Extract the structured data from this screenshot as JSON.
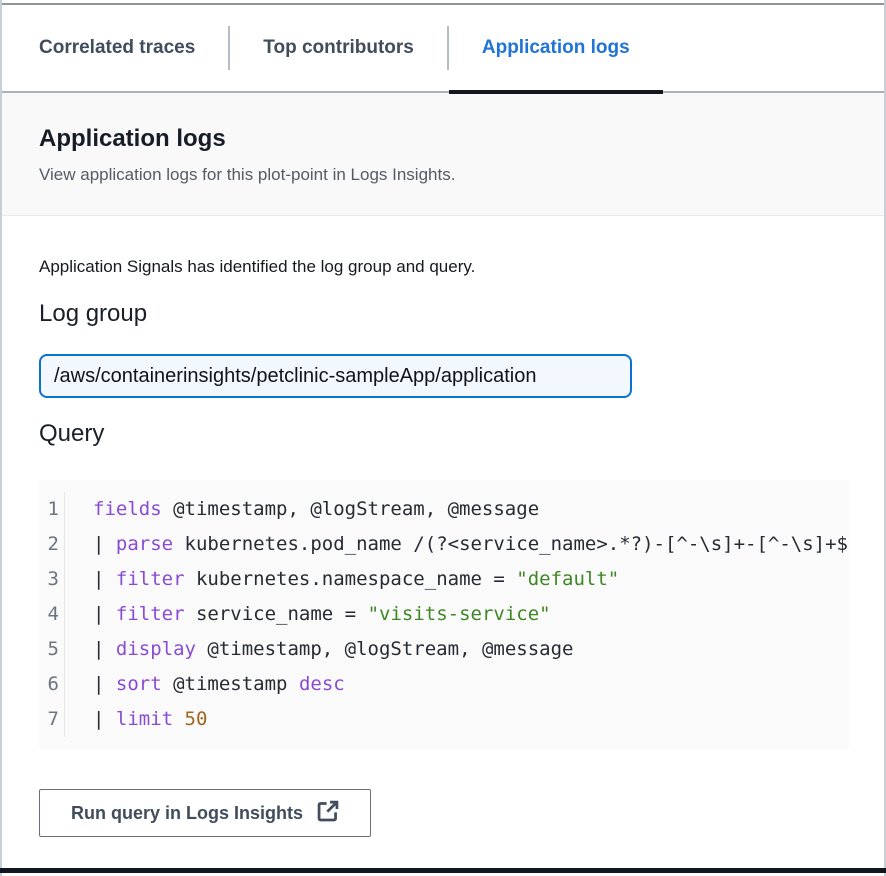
{
  "tabs": {
    "items": [
      {
        "label": "Correlated traces",
        "active": false
      },
      {
        "label": "Top contributors",
        "active": false
      },
      {
        "label": "Application logs",
        "active": true
      }
    ]
  },
  "panel": {
    "title": "Application logs",
    "description": "View application logs for this plot-point in Logs Insights."
  },
  "content": {
    "intro": "Application Signals has identified the log group and query.",
    "log_group_label": "Log group",
    "log_group_value": "/aws/containerinsights/petclinic-sampleApp/application",
    "query_label": "Query",
    "run_button_label": "Run query in Logs Insights"
  },
  "query_editor": {
    "lines": [
      {
        "number": 1,
        "tokens": [
          [
            "keyword",
            "fields"
          ],
          [
            "plain",
            " @timestamp, @logStream, @message"
          ]
        ]
      },
      {
        "number": 2,
        "tokens": [
          [
            "plain",
            "| "
          ],
          [
            "keyword",
            "parse"
          ],
          [
            "plain",
            " kubernetes.pod_name /(?<service_name>.*?)-[^-\\s]+-[^-\\s]+$/"
          ]
        ]
      },
      {
        "number": 3,
        "tokens": [
          [
            "plain",
            "| "
          ],
          [
            "keyword",
            "filter"
          ],
          [
            "plain",
            " kubernetes.namespace_name = "
          ],
          [
            "string",
            "\"default\""
          ]
        ]
      },
      {
        "number": 4,
        "tokens": [
          [
            "plain",
            "| "
          ],
          [
            "keyword",
            "filter"
          ],
          [
            "plain",
            " service_name = "
          ],
          [
            "string",
            "\"visits-service\""
          ]
        ]
      },
      {
        "number": 5,
        "tokens": [
          [
            "plain",
            "| "
          ],
          [
            "keyword",
            "display"
          ],
          [
            "plain",
            " @timestamp, @logStream, @message"
          ]
        ]
      },
      {
        "number": 6,
        "tokens": [
          [
            "plain",
            "| "
          ],
          [
            "keyword",
            "sort"
          ],
          [
            "plain",
            " @timestamp "
          ],
          [
            "keyword",
            "desc"
          ]
        ]
      },
      {
        "number": 7,
        "tokens": [
          [
            "plain",
            "| "
          ],
          [
            "keyword",
            "limit"
          ],
          [
            "plain",
            " "
          ],
          [
            "number",
            "50"
          ]
        ]
      }
    ]
  },
  "icons": {
    "run_button_icon": "external-link"
  },
  "colors": {
    "accent_blue": "#2074d5",
    "tab_underline": "#14191f",
    "code_keyword": "#8a4bd4",
    "code_string": "#3f8624",
    "code_number": "#a0661f",
    "code_plain": "#262b33",
    "token_border": "#0972d3",
    "token_bg": "#f2f8fd"
  }
}
